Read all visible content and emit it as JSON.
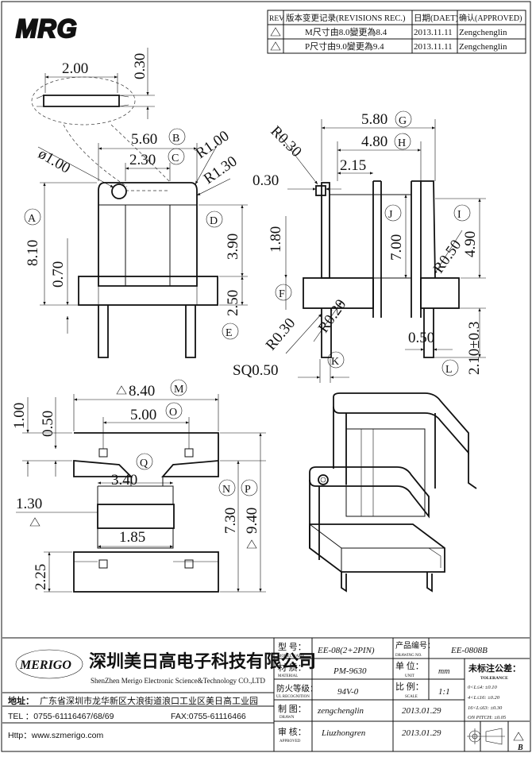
{
  "logo_top": "MRG",
  "revisions": {
    "headers": [
      "REV",
      "版本变更记录(REVISIONS REC.)",
      "日期(DAET)",
      "确认(APPROVED)"
    ],
    "rows": [
      {
        "desc": "M尺寸由8.0變更為8.4",
        "date": "2013.11.11",
        "approved": "Zengchenglin"
      },
      {
        "desc": "P尺寸由9.0變更為9.4",
        "date": "2013.11.11",
        "approved": "Zengchenglin"
      }
    ]
  },
  "dims": {
    "d_200": "2.00",
    "d_030a": "0.30",
    "d_560": "5.60",
    "d_230": "2.30",
    "d_r100": "R1.00",
    "d_r130": "R1.30",
    "d_phi100": "ø1.00",
    "d_810": "8.10",
    "d_070": "0.70",
    "d_390": "3.90",
    "d_250": "2.50",
    "d_580": "5.80",
    "d_480": "4.80",
    "d_r030a": "R0.30",
    "d_215": "2.15",
    "d_030b": "0.30",
    "d_180": "1.80",
    "d_700": "7.00",
    "d_r050": "R0.50",
    "d_490": "4.90",
    "d_r030b": "R0.30",
    "d_r020": "R0.20",
    "d_050": "0.50",
    "d_210": "2.10±0.3",
    "d_sq050": "SQ0.50",
    "d_840": "8.40",
    "d_500": "5.00",
    "d_100": "1.00",
    "d_050b": "0.50",
    "d_340": "3.40",
    "d_130": "1.30",
    "d_185": "1.85",
    "d_730": "7.30",
    "d_940": "9.40",
    "d_225": "2.25"
  },
  "labels": {
    "A": "A",
    "B": "B",
    "C": "C",
    "D": "D",
    "E": "E",
    "F": "F",
    "G": "G",
    "H": "H",
    "I": "I",
    "J": "J",
    "K": "K",
    "L": "L",
    "M": "M",
    "N": "N",
    "O": "O",
    "P": "P",
    "Q": "Q"
  },
  "title_block": {
    "brand": "MERIGO",
    "company_cn": "深圳美日高电子科技有限公司",
    "company_en": "ShenZhen Merigo Electronic Science&Technology CO.,LTD",
    "address_label": "地址：",
    "address": "广东省深圳市龙华新区大浪街道浪口工业区美日高工业园",
    "tel": "TEL ：0755-61116467/68/69",
    "fax": "FAX:0755-61116466",
    "http": "Http：www.szmerigo.com",
    "model_label": "型  号：",
    "model_label_en": "MODEL NAME",
    "model": "EE-08(2+2PIN)",
    "drawing_label": "产品编号：",
    "drawing_label_en": "DRAWING NO.",
    "drawing_no": "EE-0808B",
    "material_label": "材  质：",
    "material_label_en": "MATERIAL",
    "material": "PM-9630",
    "unit_label": "单  位：",
    "unit_label_en": "UNIT",
    "unit": "mm",
    "fire_label": "防火等级：",
    "fire_label_en": "UL RECOGNITION",
    "fire": "94V-0",
    "scale_label": "比  例：",
    "scale_label_en": "SCALE",
    "scale": "1:1",
    "drawn_label": "制  图：",
    "drawn_label_en": "DRAWN",
    "drawn_by": "zengchenglin",
    "drawn_date": "2013.01.29",
    "approved_label": "审  核：",
    "approved_label_en": "APPROVED",
    "approved_by": "Liuzhongren",
    "approved_date": "2013.01.29",
    "tolerance_title": "未标注公差：",
    "tolerance_en": "TOLERANCE",
    "tolerances": [
      "0<L≤4:  ±0.10",
      "4<L≤16: ±0.20",
      "16<L≤63: ±0.30",
      "ON PITCH: ±0.05"
    ],
    "rev_mark": "B"
  }
}
